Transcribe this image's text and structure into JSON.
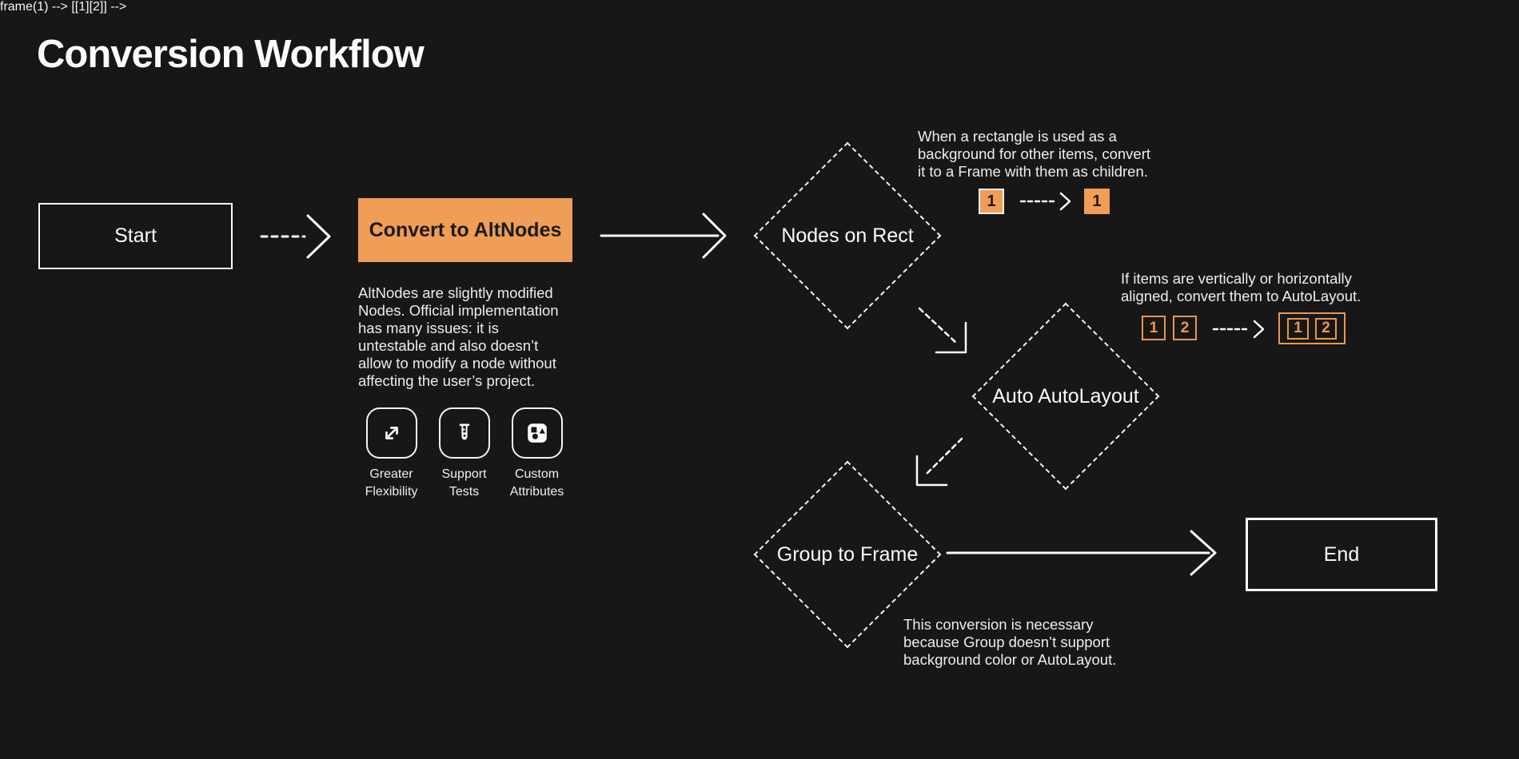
{
  "title": "Conversion Workflow",
  "colors": {
    "background": "#171717",
    "accent_fill": "#EF9D57",
    "accent_outline": "#E9984E",
    "line": "#FCFCFC",
    "text": "#F5F5F5"
  },
  "flow": {
    "start": {
      "label": "Start"
    },
    "convert": {
      "label": "Convert to AltNodes",
      "description_lines": [
        "AltNodes are slightly modified",
        "Nodes. Official implementation",
        "has many issues: it is",
        "untestable and also doesn’t",
        "allow to modify a node without",
        "affecting the user’s project."
      ]
    },
    "features": [
      {
        "icon": "expand-arrows-icon",
        "line1": "Greater",
        "line2": "Flexibility"
      },
      {
        "icon": "test-tube-icon",
        "line1": "Support",
        "line2": "Tests"
      },
      {
        "icon": "shapes-icon",
        "line1": "Custom",
        "line2": "Attributes"
      }
    ],
    "nodes_on_rect": {
      "label": "Nodes on Rect",
      "annotation_lines": [
        "When a rectangle is used as a",
        "background for other items, convert",
        "it to a Frame with them as children."
      ],
      "mini": {
        "before_label": "1",
        "after_label": "1"
      }
    },
    "auto_autolayout": {
      "label": "Auto AutoLayout",
      "annotation_lines": [
        "If items are vertically or horizontally",
        "aligned, convert them to AutoLayout."
      ],
      "mini": {
        "before_items": [
          "1",
          "2"
        ],
        "after_items": [
          "1",
          "2"
        ]
      }
    },
    "group_to_frame": {
      "label": "Group to Frame",
      "annotation_lines": [
        "This conversion is necessary",
        "because Group doesn’t support",
        "background color or AutoLayout."
      ]
    },
    "end": {
      "label": "End"
    }
  }
}
